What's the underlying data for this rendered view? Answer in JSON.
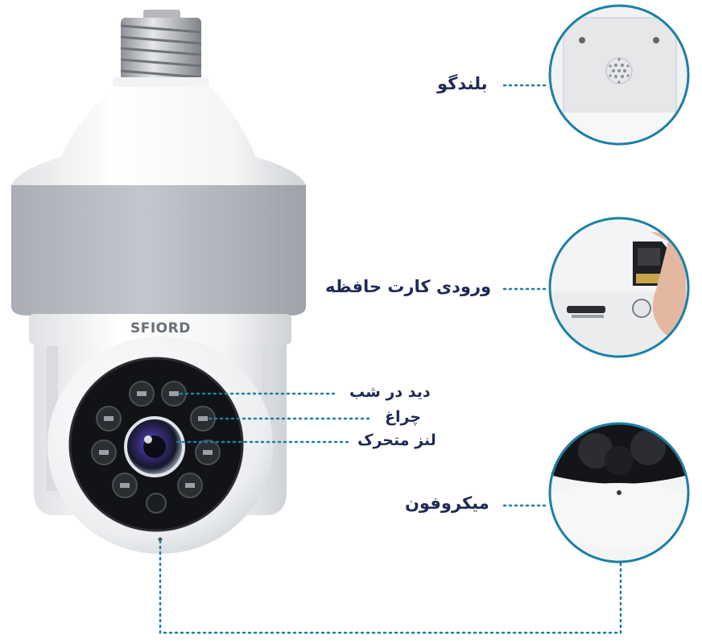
{
  "product": {
    "brand_logo": "SFIORD"
  },
  "callouts": {
    "speaker": "بلندگو",
    "memory_card_slot": "ورودی کارت حافظه",
    "microphone": "میکروفون",
    "night_vision": "دید در شب",
    "lamp": "چراغ",
    "moving_lens": "لنز متحرک"
  },
  "colors": {
    "label_text": "#1f2a55",
    "dotted_line": "#1d7fa6",
    "circle_border": "#1d7fa6",
    "band_gray": "#b8bcc4"
  }
}
